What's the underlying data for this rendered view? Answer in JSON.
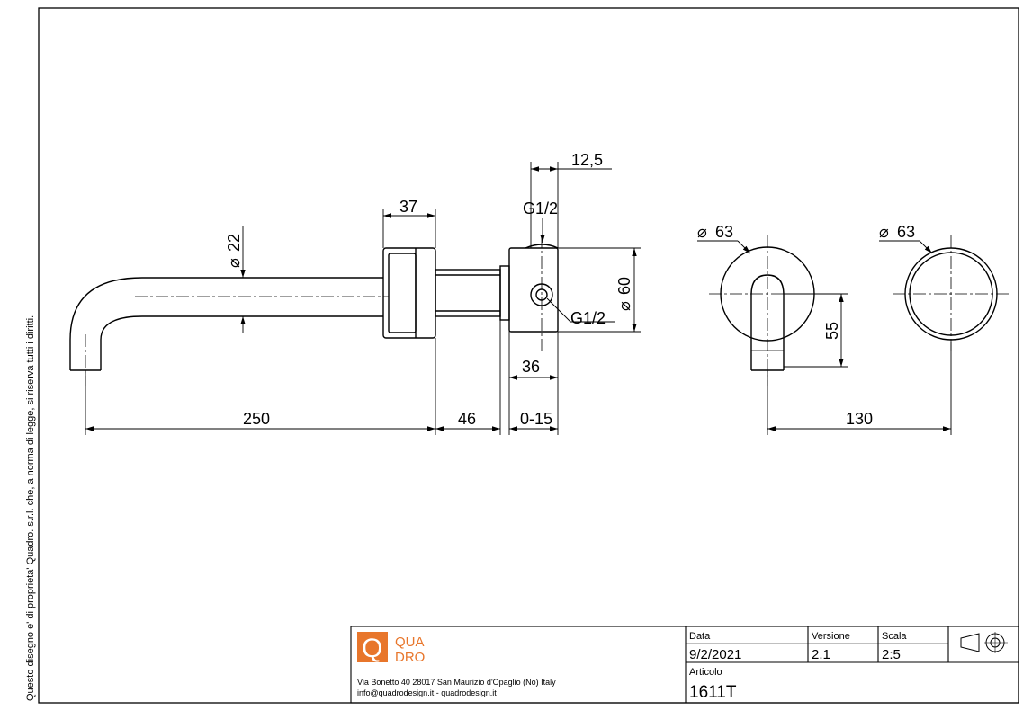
{
  "side_notice": "Questo disegno e' di proprieta' Quadro. s.r.l. che, a norma di legge, si riserva tutti i diritti.",
  "dimensions": {
    "spout_length": "250",
    "body_offset": "46",
    "wall_adjust": "0-15",
    "pipe_diameter": "22",
    "rosette_depth": "37",
    "inlet_offset": "12,5",
    "thread_top": "G1/2",
    "thread_side": "G1/2",
    "body_diameter": "60",
    "body_depth": "36",
    "rosette_left_diameter": "63",
    "rosette_right_diameter": "63",
    "spout_height": "55",
    "rosette_spacing": "130"
  },
  "title_block": {
    "logo_top": "QUA",
    "logo_bottom": "DRO",
    "logo_letter": "Q",
    "address_line1": "Via Bonetto 40  28017 San Maurizio d'Opaglio (No) Italy",
    "address_line2": "info@quadrodesign.it  -  quadrodesign.it",
    "date_label": "Data",
    "date_value": "9/2/2021",
    "version_label": "Versione",
    "version_value": "2.1",
    "scale_label": "Scala",
    "scale_value": "2:5",
    "article_label": "Articolo",
    "article_value": "1611T",
    "brand_color": "#e8762b"
  }
}
